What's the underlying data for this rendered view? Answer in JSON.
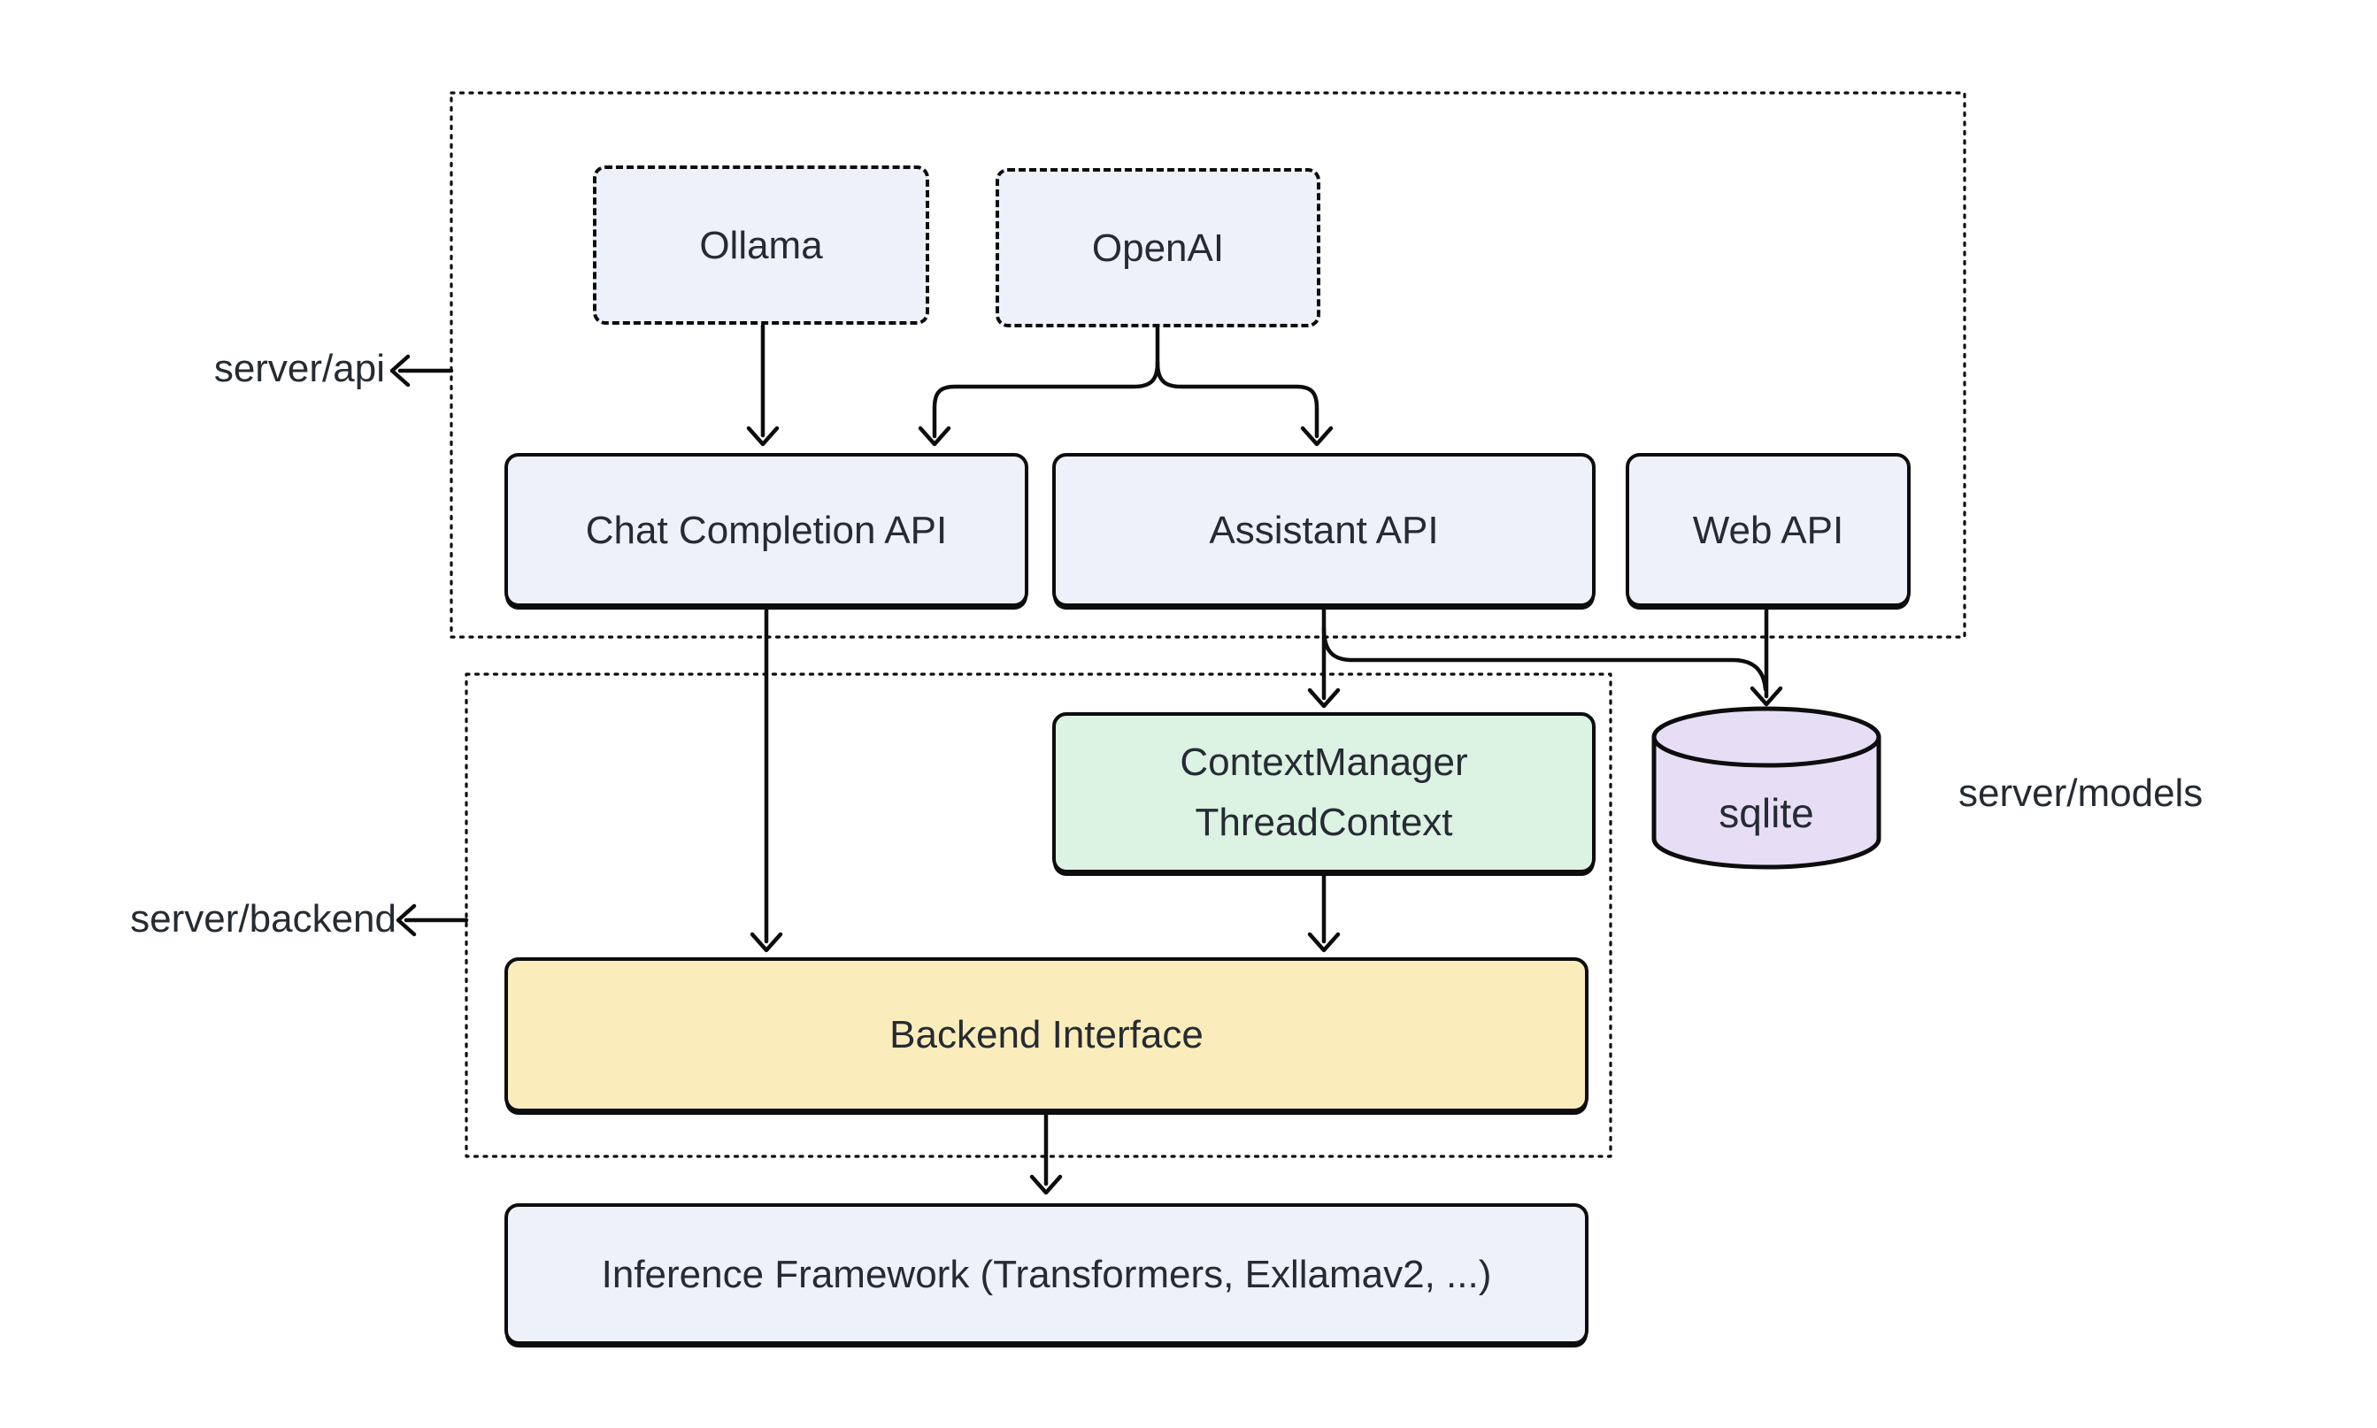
{
  "colors": {
    "node_blue": "#edf2fa",
    "node_green": "#dcf2e2",
    "node_yellow": "#fbedbb",
    "node_purple": "#e7def6",
    "stroke": "#0d0d0d",
    "text": "#262b33",
    "background": "#ffffff"
  },
  "groups": {
    "api": {
      "label": "server/api"
    },
    "backend": {
      "label": "server/backend"
    },
    "models": {
      "label": "server/models"
    }
  },
  "nodes": {
    "ollama": {
      "label": "Ollama"
    },
    "openai": {
      "label": "OpenAI"
    },
    "chat": {
      "label": "Chat Completion API"
    },
    "assistant": {
      "label": "Assistant API"
    },
    "web": {
      "label": "Web API"
    },
    "context": {
      "line1": "ContextManager",
      "line2": "ThreadContext"
    },
    "sqlite": {
      "label": "sqlite"
    },
    "backend_interface": {
      "label": "Backend Interface"
    },
    "inference": {
      "label": "Inference Framework (Transformers, Exllamav2, ...)"
    }
  },
  "edges": [
    {
      "from": "Ollama",
      "to": "Chat Completion API"
    },
    {
      "from": "OpenAI",
      "to": "Chat Completion API"
    },
    {
      "from": "OpenAI",
      "to": "Assistant API"
    },
    {
      "from": "Chat Completion API",
      "to": "Backend Interface"
    },
    {
      "from": "Assistant API",
      "to": "ContextManager ThreadContext"
    },
    {
      "from": "Assistant API",
      "to": "sqlite"
    },
    {
      "from": "Web API",
      "to": "sqlite"
    },
    {
      "from": "ContextManager ThreadContext",
      "to": "Backend Interface"
    },
    {
      "from": "Backend Interface",
      "to": "Inference Framework (Transformers, Exllamav2, ...)"
    }
  ],
  "label_arrows": [
    {
      "label": "server/api",
      "points_to": "server/api dotted group"
    },
    {
      "label": "server/backend",
      "points_to": "server/backend dotted group"
    }
  ]
}
